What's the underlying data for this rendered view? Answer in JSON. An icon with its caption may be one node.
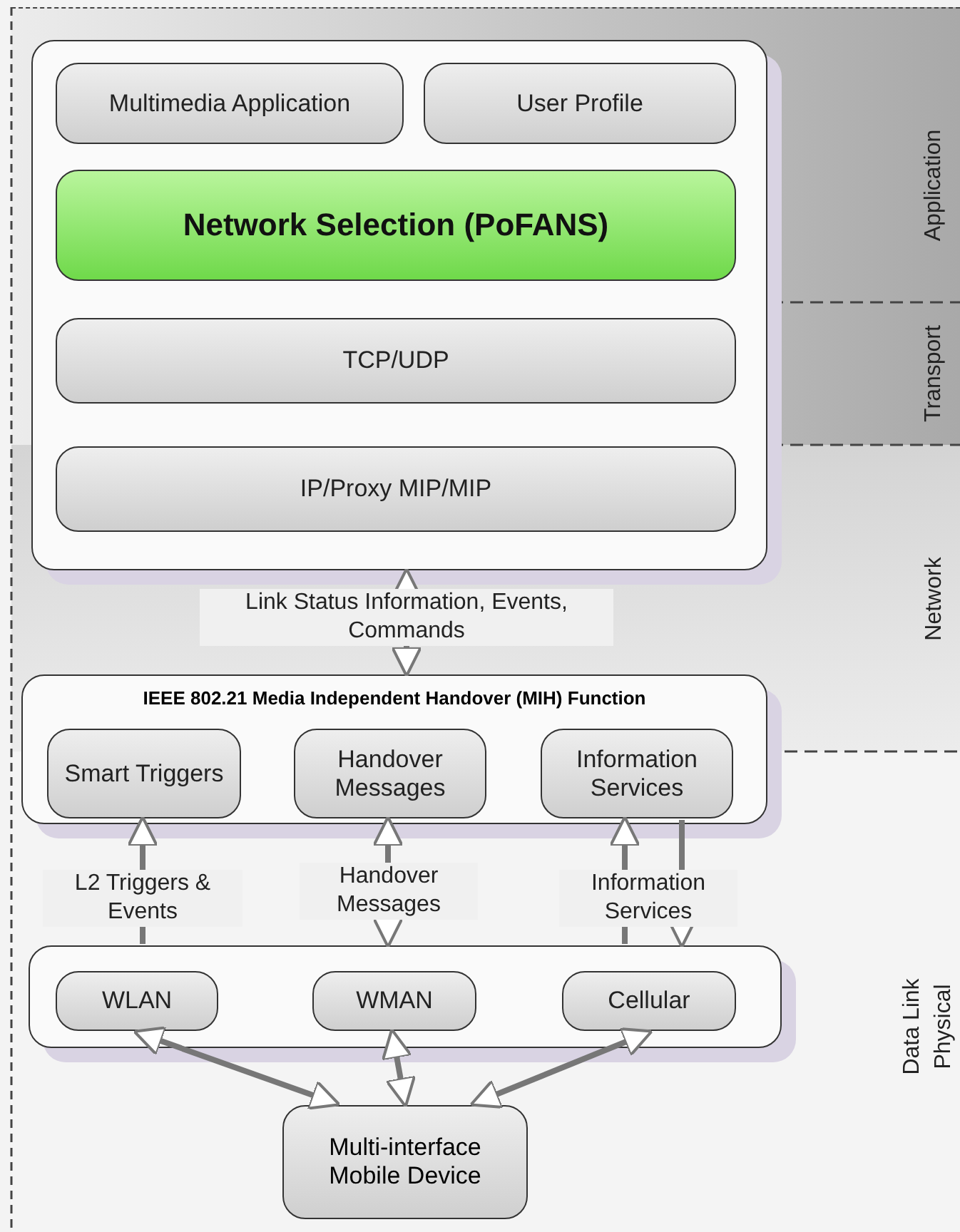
{
  "diagram": {
    "nodes": [
      {
        "text": [],
        "shape": "box"
      },
      {
        "text": [
          "Multimedia Application"
        ],
        "in": 0
      },
      {
        "text": [
          "User Profile"
        ],
        "in": 0
      },
      {
        "text": [
          "Network Selection (PoFANS)"
        ],
        "in": 0
      },
      {
        "text": [
          "TCP/UDP"
        ],
        "in": 0
      },
      {
        "text": [
          "IP/Proxy MIP/MIP"
        ],
        "in": 0
      },
      {
        "text": [
          "IEEE 802.21 Media Independent Handover (MIH) Function"
        ]
      },
      {
        "text": [
          "Smart Triggers"
        ],
        "in": 6
      },
      {
        "text": [
          "Handover Messages"
        ],
        "in": 6
      },
      {
        "text": [
          "Information Services"
        ],
        "in": 6
      },
      {
        "text": [],
        "shape": "box"
      },
      {
        "text": [
          "WLAN"
        ],
        "in": 10
      },
      {
        "text": [
          "WMAN"
        ],
        "in": 10
      },
      {
        "text": [
          "Cellular"
        ],
        "in": 10
      },
      {
        "text": [
          "Multi-interface Mobile Device"
        ]
      }
    ],
    "edges": [
      {
        "from": 0,
        "to": 6,
        "arrow": "both",
        "label": "Link Status Information, Events, Commands"
      },
      {
        "from": 10,
        "to": 7,
        "arrow": "to",
        "label": "L2 Triggers & Events"
      },
      {
        "from": 8,
        "to": 10,
        "arrow": "both",
        "label": "Handover Messages"
      },
      {
        "from": 10,
        "to": 9,
        "arrow": "to",
        "label": "Information Services"
      },
      {
        "from": 9,
        "to": 10,
        "arrow": "to"
      },
      {
        "from": 14,
        "to": 11,
        "arrow": "both"
      },
      {
        "from": 14,
        "to": 12,
        "arrow": "both"
      },
      {
        "from": 14,
        "to": 13,
        "arrow": "both"
      }
    ],
    "labels": [
      "Application",
      "Transport",
      "Network",
      "Data Link",
      "Physical"
    ]
  }
}
